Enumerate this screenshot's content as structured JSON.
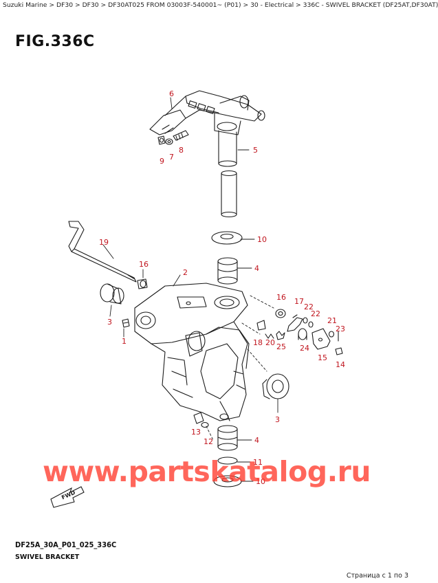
{
  "breadcrumb": "Suzuki Marine > DF30 > DF30 > DF30AT025 FROM 03003F-540001~ (P01) > 30 - Electrical > 336C - SWIVEL BRACKET (DF25AT,DF30AT)",
  "figure": {
    "title": "FIG.336C",
    "code": "DF25A_30A_P01_025_336C",
    "caption": "SWIVEL BRACKET"
  },
  "fwd_label": "FWD",
  "watermark": "www.partskatalog.ru",
  "pager": "Страница с 1 по 3",
  "callouts": [
    "6",
    "9",
    "7",
    "8",
    "5",
    "10",
    "19",
    "16",
    "4",
    "2",
    "3",
    "1",
    "16",
    "17",
    "22",
    "22",
    "21",
    "23",
    "18",
    "20",
    "25",
    "24",
    "15",
    "14",
    "3",
    "13",
    "12",
    "4",
    "11",
    "10"
  ],
  "colors": {
    "callout": "#c0141d",
    "line": "#1a1a1a",
    "watermark": "#ff3c2e"
  }
}
